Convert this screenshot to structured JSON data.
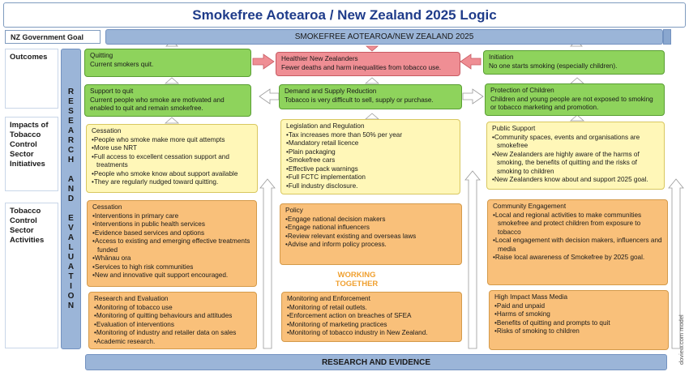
{
  "title": "Smokefree Aotearoa / New Zealand 2025 Logic",
  "goal": {
    "label": "NZ Government Goal",
    "text": "SMOKEFREE AOTEAROA/NEW ZEALAND 2025"
  },
  "row_labels": {
    "outcomes": "Outcomes",
    "impacts": "Impacts of Tobacco Control Sector Initiatives",
    "activities": "Tobacco Control Sector Activities"
  },
  "research_evaluation": "RESEARCH AND EVALUATION",
  "research_evidence": "RESEARCH AND EVIDENCE",
  "working_together": "WORKING TOGETHER",
  "watermark": "doview.com model",
  "outcomes": {
    "quitting": {
      "title": "Quitting",
      "text": "Current smokers quit."
    },
    "healthier": {
      "title": "Healthier New Zealanders",
      "text": "Fewer deaths and harm inequalities from tobacco use."
    },
    "initiation": {
      "title": "Initiation",
      "text": "No one starts smoking (especially children)."
    }
  },
  "mid_outcomes": {
    "support": {
      "title": "Support to quit",
      "text": "Current people who smoke are motivated and enabled to quit and remain smokefree."
    },
    "demand": {
      "title": "Demand and Supply Reduction",
      "text": "Tobacco is very difficult to sell, supply or purchase."
    },
    "protection": {
      "title": "Protection of Children",
      "text": "Children and young people are not exposed to smoking or tobacco marketing and promotion."
    }
  },
  "impacts": {
    "cessation": {
      "title": "Cessation",
      "items": [
        "People who smoke make more quit attempts",
        "More use NRT",
        "Full access to excellent cessation support and treatments",
        "People who smoke know about support available",
        "They are regularly nudged toward quitting."
      ]
    },
    "legislation": {
      "title": "Legislation and Regulation",
      "items": [
        "Tax increases more than 50% per year",
        "Mandatory retail licence",
        "Plain packaging",
        "Smokefree cars",
        "Effective pack warnings",
        "Full FCTC implementation",
        "Full industry disclosure."
      ]
    },
    "public_support": {
      "title": "Public Support",
      "items": [
        "Community spaces, events and organisations are smokefree",
        "New Zealanders are highly aware of the harms of smoking, the benefits of quitting and the risks of smoking to children",
        "New Zealanders know about and support 2025 goal."
      ]
    }
  },
  "activities": {
    "cessation": {
      "title": "Cessation",
      "items": [
        "Interventions in primary care",
        "Interventions in public health services",
        "Evidence based services and options",
        "Access to existing and emerging effective treatments funded",
        "Whānau ora",
        "Services to high risk communities",
        "New and innovative quit support encouraged."
      ]
    },
    "policy": {
      "title": "Policy",
      "items": [
        "Engage national decision makers",
        "Engage national influencers",
        "Review relevant existing and overseas laws",
        "Advise and inform policy process."
      ]
    },
    "community": {
      "title": "Community Engagement",
      "items": [
        "Local and regional activities to make communities smokefree and protect children from exposure to tobacco",
        "Local engagement with decision makers, influencers and media",
        "Raise local awareness of Smokefree by 2025 goal."
      ]
    },
    "research": {
      "title": "Research and Evaluation",
      "items": [
        "Monitoring of tobacco use",
        "Monitoring of quitting behaviours and attitudes",
        "Evaluation of interventions",
        "Monitoring of industry and retailer data on sales",
        "Academic research."
      ]
    },
    "monitoring": {
      "title": "Monitoring and Enforcement",
      "items": [
        "Monitoring of retail outlets.",
        "Enforcement action on breaches of SFEA",
        "Monitoring of marketing practices",
        "Monitoring of tobacco industry in New Zealand."
      ]
    },
    "mass_media": {
      "title": "High Impact Mass Media",
      "items": [
        "Paid and unpaid",
        "Harms of smoking",
        "Benefits of quitting and prompts to quit",
        "Risks of smoking to children"
      ]
    }
  },
  "colors": {
    "green": "#8ed35c",
    "red": "#ef8e94",
    "yellow": "#fff7b8",
    "orange": "#f9c07a",
    "blue_bar": "#9bb5d8",
    "title_text": "#1f3c8a"
  }
}
